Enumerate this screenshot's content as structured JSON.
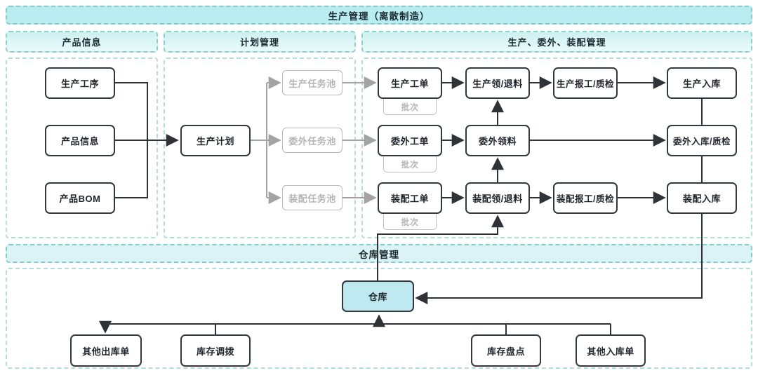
{
  "banners": {
    "top": "生产管理（离散制造）",
    "warehouse": "仓库管理"
  },
  "sections": {
    "product": "产品信息",
    "planning": "计划管理",
    "production": "生产、委外、装配管理"
  },
  "nodes": {
    "prod_process": "生产工序",
    "product_info": "产品信息",
    "product_bom": "产品BOM",
    "prod_plan": "生产计划",
    "prod_pool": "生产任务池",
    "out_pool": "委外任务池",
    "asm_pool": "装配任务池",
    "prod_order": "生产工单",
    "prod_pick": "生产领/退料",
    "prod_report": "生产报工/质检",
    "prod_in": "生产入库",
    "out_order": "委外工单",
    "out_pick": "委外领料",
    "out_in": "委外入库/质检",
    "asm_order": "装配工单",
    "asm_pick": "装配领/退料",
    "asm_report": "装配报工/质检",
    "asm_in": "装配入库",
    "batch": "批次",
    "warehouse": "仓库",
    "other_out": "其他出库单",
    "inv_transfer": "库存调拨",
    "inv_check": "库存盘点",
    "other_in": "其他入库单"
  },
  "colors": {
    "banner_top_bg": "#b9edf1",
    "banner_wh_bg": "#dcf3f5",
    "dashed_border": "#82cdc6",
    "node_border": "#33383c",
    "gray_node": "#b9b9b9",
    "warehouse_fill": "#bfe9f1",
    "dark_wire": "#2f3337",
    "gray_wire": "#a3a3a3"
  }
}
